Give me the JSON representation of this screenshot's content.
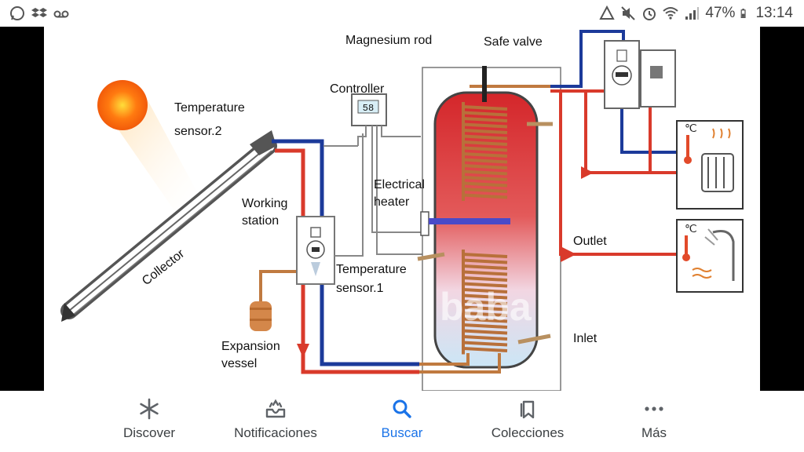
{
  "status_bar": {
    "battery": "47%",
    "time": "13:14",
    "icons": [
      "whatsapp-icon",
      "dropbox-icon",
      "voicemail-icon",
      "data-saver-icon",
      "mute-icon",
      "alarm-icon",
      "wifi-icon",
      "signal-icon",
      "battery-icon"
    ]
  },
  "diagram": {
    "labels": {
      "magnesium_rod": "Magnesium rod",
      "safe_valve": "Safe valve",
      "controller": "Controller",
      "controller_display": "58",
      "temp_sensor2_a": "Temperature",
      "temp_sensor2_b": "sensor.2",
      "electrical_a": "Electrical",
      "electrical_b": "heater",
      "working_a": "Working",
      "working_b": "station",
      "collector": "Collector",
      "outlet": "Outlet",
      "temp_sensor1_a": "Temperature",
      "temp_sensor1_b": "sensor.1",
      "expansion_a": "Expansion",
      "expansion_b": "vessel",
      "inlet": "Inlet",
      "watermark": "baba",
      "celsius_1": "℃",
      "celsius_2": "℃"
    },
    "colors": {
      "hot": "#d93a2b",
      "cold": "#1c3a9a",
      "copper": "#b8703a"
    }
  },
  "bottom_nav": {
    "items": [
      {
        "id": "discover",
        "label": "Discover",
        "icon": "asterisk-icon"
      },
      {
        "id": "notifications",
        "label": "Notificaciones",
        "icon": "inbox-bell-icon"
      },
      {
        "id": "search",
        "label": "Buscar",
        "icon": "search-icon",
        "active": true
      },
      {
        "id": "collections",
        "label": "Colecciones",
        "icon": "bookmark-stack-icon"
      },
      {
        "id": "more",
        "label": "Más",
        "icon": "more-dots-icon"
      }
    ]
  }
}
